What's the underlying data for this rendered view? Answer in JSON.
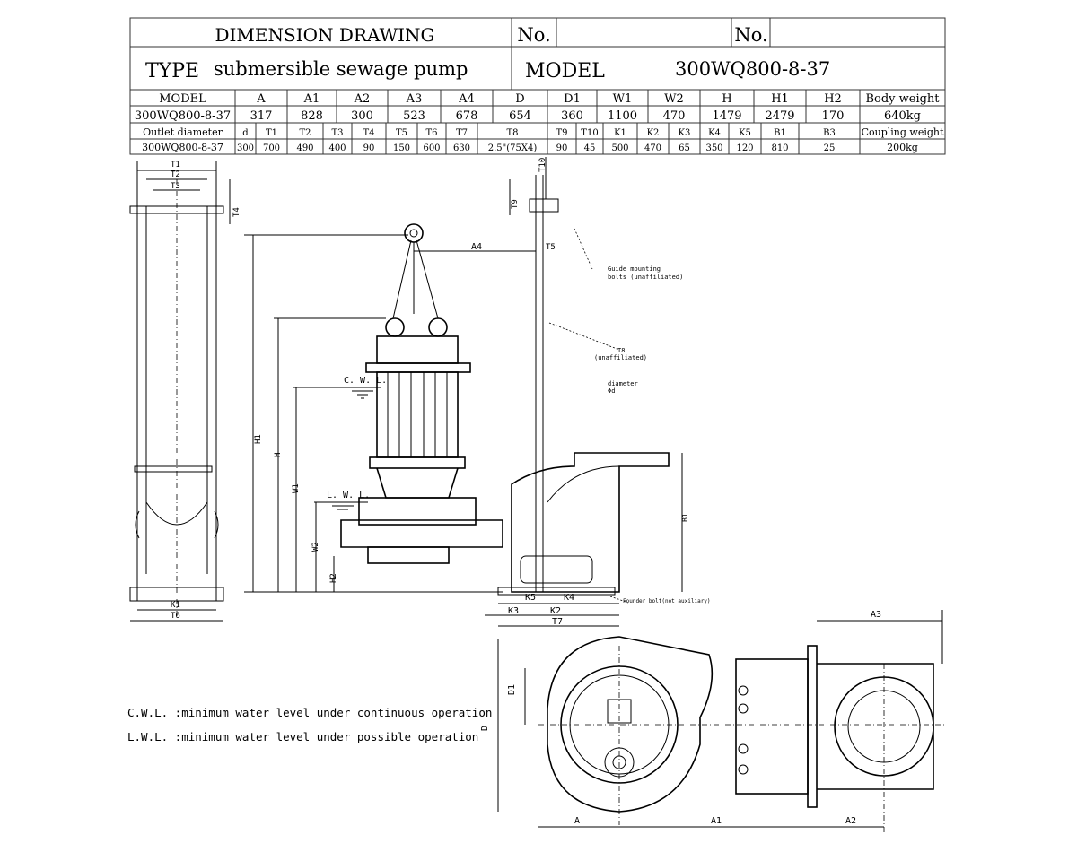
{
  "header": {
    "title": "DIMENSION DRAWING",
    "no_label_1": "No.",
    "no_label_2": "No.",
    "type_label": "TYPE",
    "type_value": "submersible sewage pump",
    "model_label": "MODEL",
    "model_value": "300WQ800-8-37"
  },
  "table1": {
    "headers": [
      "MODEL",
      "A",
      "A1",
      "A2",
      "A3",
      "A4",
      "D",
      "D1",
      "W1",
      "W2",
      "H",
      "H1",
      "H2",
      "Body weight"
    ],
    "values": [
      "300WQ800-8-37",
      "317",
      "828",
      "300",
      "523",
      "678",
      "654",
      "360",
      "1100",
      "470",
      "1479",
      "2479",
      "170",
      "640kg"
    ]
  },
  "table2": {
    "headers": [
      "Outlet diameter",
      "d",
      "T1",
      "T2",
      "T3",
      "T4",
      "T5",
      "T6",
      "T7",
      "T8",
      "T9",
      "T10",
      "K1",
      "K2",
      "K3",
      "K4",
      "K5",
      "B1",
      "B3",
      "Coupling weight"
    ],
    "values": [
      "300WQ800-8-37",
      "300",
      "700",
      "490",
      "400",
      "90",
      "150",
      "600",
      "630",
      "2.5\"(75X4)",
      "90",
      "45",
      "500",
      "470",
      "65",
      "350",
      "120",
      "810",
      "25",
      "200kg"
    ]
  },
  "drawing": {
    "side_view": {
      "T1": "T1",
      "T2": "T2",
      "T3": "T3",
      "T4": "T4",
      "K1": "K1",
      "T6": "T6"
    },
    "elevation": {
      "H1": "H1",
      "H": "H",
      "W1": "W1",
      "W2": "W2",
      "H2": "H2",
      "A4": "A4",
      "T9": "T9",
      "T10": "T10",
      "T5": "T5",
      "B1": "B1",
      "K5": "K5",
      "K4": "K4",
      "K3": "K3",
      "K2": "K2",
      "T7": "T7",
      "cwl": "C. W. L.",
      "lwl": "L. W. L.",
      "guide_bolts_1": "Guide mounting",
      "guide_bolts_2": "bolts (unaffiliated)",
      "t8_note_1": "T8",
      "t8_note_2": "(unaffiliated)",
      "diameter_1": "diameter",
      "diameter_2": "Φd",
      "founder_bolt": "Founder bolt(not auxiliary)"
    },
    "plan": {
      "D1": "D1",
      "D": "D",
      "A": "A",
      "A1": "A1",
      "A2": "A2",
      "A3": "A3"
    }
  },
  "legend": {
    "cwl": "C.W.L. :minimum water level under continuous operation",
    "lwl": "L.W.L. :minimum water level under possible operation"
  }
}
